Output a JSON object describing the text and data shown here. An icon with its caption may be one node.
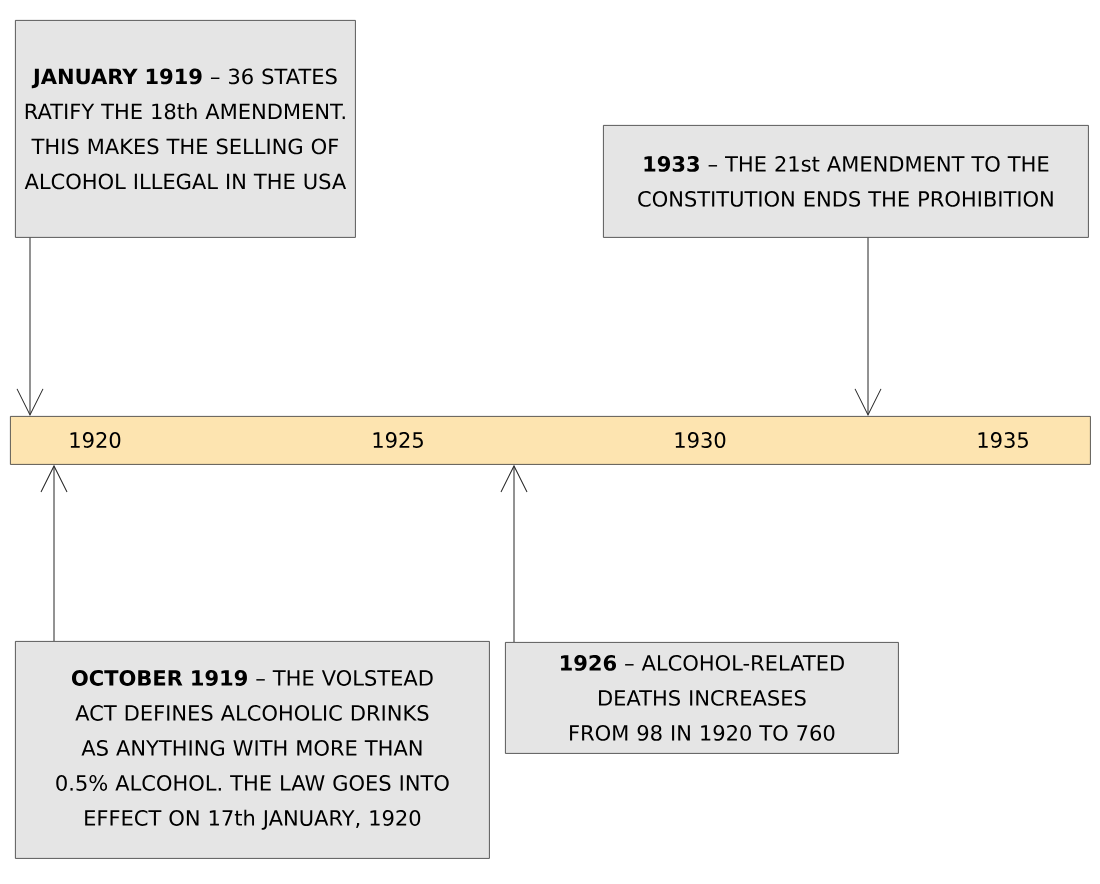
{
  "diagram": {
    "nodes": [
      {
        "text": [
          "**JANUARY 1919** – 36 STATES RATIFY THE 18th AMENDMENT. THIS MAKES THE SELLING OF ALCOHOL ILLEGAL IN THE USA"
        ]
      },
      {
        "text": [
          "**1933** – THE 21st AMENDMENT TO THE CONSTITUTION ENDS THE PROHIBITION"
        ]
      },
      {
        "text": [
          "1920",
          "1925",
          "1930",
          "1935"
        ]
      },
      {
        "text": [
          "**OCTOBER 1919** – THE VOLSTEAD ACT DEFINES ALCOHOLIC DRINKS AS ANYTHING WITH MORE THAN 0.5% ALCOHOL. THE LAW GOES INTO EFFECT ON 17th JANUARY, 1920"
        ]
      },
      {
        "text": [
          "**1926** – ALCOHOL-RELATED DEATHS INCREASES FROM 98 IN 1920 TO 760"
        ]
      }
    ],
    "edges": [
      {
        "from": 0,
        "to": 2,
        "arrow": "to"
      },
      {
        "from": 1,
        "to": 2,
        "arrow": "to"
      },
      {
        "from": 3,
        "to": 2,
        "arrow": "to"
      },
      {
        "from": 4,
        "to": 2,
        "arrow": "to"
      }
    ]
  }
}
